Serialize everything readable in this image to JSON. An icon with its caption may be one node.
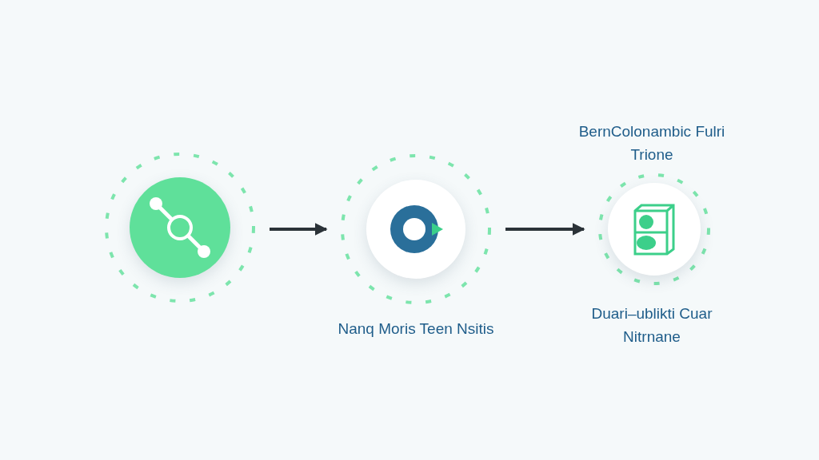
{
  "diagram": {
    "nodes": [
      {
        "text": [],
        "shape": "circle"
      },
      {
        "text": [
          "Nanq Moris Teen Nsitis"
        ]
      },
      {
        "text": [
          "BernColonambic Fulri Trione",
          "Duari–ublikti Cuar Nitrnane"
        ]
      }
    ],
    "edges": [
      {
        "from": 0,
        "to": 1,
        "arrow": "to"
      },
      {
        "from": 1,
        "to": 2,
        "arrow": "to"
      }
    ]
  }
}
